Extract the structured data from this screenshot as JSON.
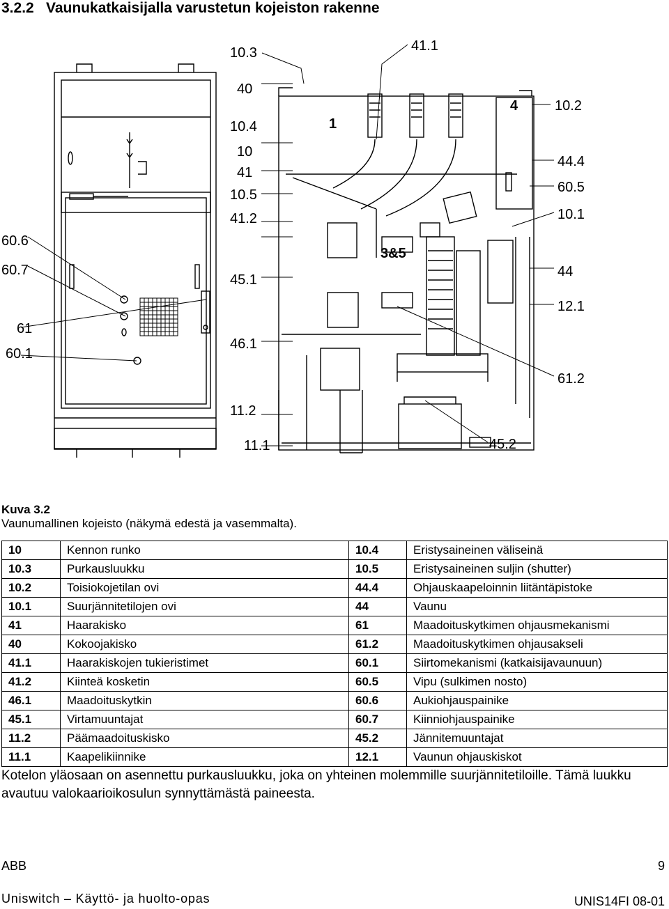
{
  "heading": {
    "number": "3.2.2",
    "title": "Vaunukatkaisijalla varustetun kojeiston rakenne"
  },
  "figure": {
    "region_labels": [
      "1",
      "4",
      "3&5"
    ],
    "callouts_left": [
      "60.6",
      "60.7",
      "61",
      "60.1"
    ],
    "callouts_mid": [
      "10.3",
      "40",
      "10.4",
      "10",
      "41",
      "10.5",
      "41.2",
      "45.1",
      "46.1",
      "11.2",
      "11.1"
    ],
    "callouts_right": [
      "41.1",
      "10.2",
      "44.4",
      "60.5",
      "10.1",
      "44",
      "12.1",
      "61.2",
      "45.2"
    ]
  },
  "caption": {
    "label": "Kuva 3.2",
    "text": "Vaunumallinen kojeisto (näkymä edestä ja vasemmalta)."
  },
  "legend": [
    {
      "code": "10",
      "desc": "Kennon runko",
      "code2": "10.4",
      "desc2": "Eristysaineinen väliseinä"
    },
    {
      "code": "10.3",
      "desc": "Purkausluukku",
      "code2": "10.5",
      "desc2": "Eristysaineinen suljin (shutter)"
    },
    {
      "code": "10.2",
      "desc": "Toisiokojetilan ovi",
      "code2": "44.4",
      "desc2": "Ohjauskaapeloinnin liitäntäpistoke"
    },
    {
      "code": "10.1",
      "desc": "Suurjännitetilojen ovi",
      "code2": "44",
      "desc2": "Vaunu"
    },
    {
      "code": "41",
      "desc": "Haarakisko",
      "code2": "61",
      "desc2": "Maadoituskytkimen ohjausmekanismi"
    },
    {
      "code": "40",
      "desc": "Kokoojakisko",
      "code2": "61.2",
      "desc2": "Maadoituskytkimen ohjausakseli"
    },
    {
      "code": "41.1",
      "desc": "Haarakiskojen tukieristimet",
      "code2": "60.1",
      "desc2": "Siirtomekanismi (katkaisijavaunuun)"
    },
    {
      "code": "41.2",
      "desc": "Kiinteä kosketin",
      "code2": "60.5",
      "desc2": "Vipu (sulkimen nosto)"
    },
    {
      "code": "46.1",
      "desc": "Maadoituskytkin",
      "code2": "60.6",
      "desc2": "Aukiohjauspainike"
    },
    {
      "code": "45.1",
      "desc": "Virtamuuntajat",
      "code2": "60.7",
      "desc2": "Kiinniohjauspainike"
    },
    {
      "code": "11.2",
      "desc": "Päämaadoituskisko",
      "code2": "45.2",
      "desc2": "Jännitemuuntajat"
    },
    {
      "code": "11.1",
      "desc": "Kaapelikiinnike",
      "code2": "12.1",
      "desc2": "Vaunun ohjauskiskot"
    }
  ],
  "paragraph": "Kotelon yläosaan on asennettu purkausluukku, joka on yhteinen molemmille suurjännitetiloille. Tämä luukku avautuu valokaarioikosulun synnyttämästä paineesta.",
  "footer": {
    "company": "ABB",
    "page": "9",
    "title": "Uniswitch – Käyttö- ja huolto-opas",
    "doc_code": "UNIS14FI 08-01"
  }
}
